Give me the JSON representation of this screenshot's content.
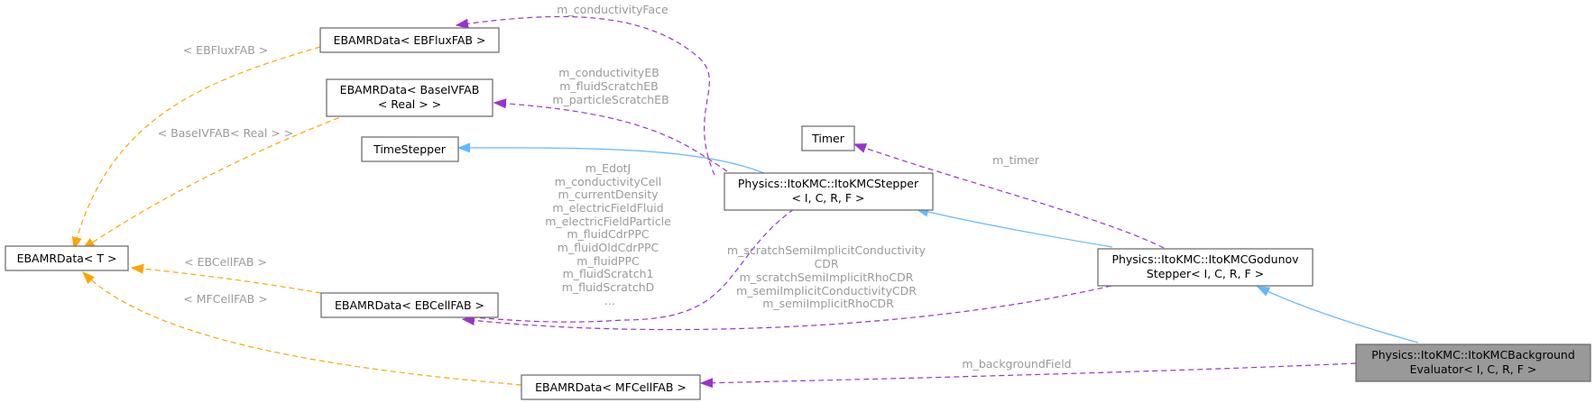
{
  "colors": {
    "inheritance_edge": "#63b8ff",
    "usage_edge": "#9a32cd",
    "template_edge": "#ffa500",
    "root_node_fill": "#999999",
    "edge_label": "#9a9a9a"
  },
  "nodes": {
    "ebamr_t": "EBAMRData< T >",
    "ebflux": "EBAMRData< EBFluxFAB >",
    "baseivfab_1": "EBAMRData< BaseIVFAB",
    "baseivfab_2": "< Real > >",
    "timestepper": "TimeStepper",
    "ebcell": "EBAMRData< EBCellFAB >",
    "mfcell": "EBAMRData< MFCellFAB >",
    "timer": "Timer",
    "stepper_1": "Physics::ItoKMC::ItoKMCStepper",
    "stepper_2": "< I, C, R, F >",
    "godunov_1": "Physics::ItoKMC::ItoKMCGodunov",
    "godunov_2": "Stepper< I, C, R, F >",
    "background_1": "Physics::ItoKMC::ItoKMCBackground",
    "background_2": "Evaluator< I, C, R, F >"
  },
  "edge_labels": {
    "ebflux_templ": "< EBFluxFAB >",
    "baseivfab_templ": "< BaseIVFAB< Real > >",
    "ebcell_templ": "< EBCellFAB >",
    "mfcell_templ": "< MFCellFAB >",
    "conductivity_face": "m_conductivityFace",
    "eb_members": [
      "m_conductivityEB",
      "m_fluidScratchEB",
      "m_particleScratchEB"
    ],
    "cell_members": [
      "m_EdotJ",
      "m_conductivityCell",
      "m_currentDensity",
      "m_electricFieldFluid",
      "m_electricFieldParticle",
      "m_fluidCdrPPC",
      "m_fluidOldCdrPPC",
      "m_fluidPPC",
      "m_fluidScratch1",
      "m_fluidScratchD",
      "..."
    ],
    "godunov_members": [
      "m_scratchSemiImplicitConductivity",
      "CDR",
      "m_scratchSemiImplicitRhoCDR",
      "m_semiImplicitConductivityCDR",
      "m_semiImplicitRhoCDR"
    ],
    "timer": "m_timer",
    "background_field": "m_backgroundField"
  }
}
